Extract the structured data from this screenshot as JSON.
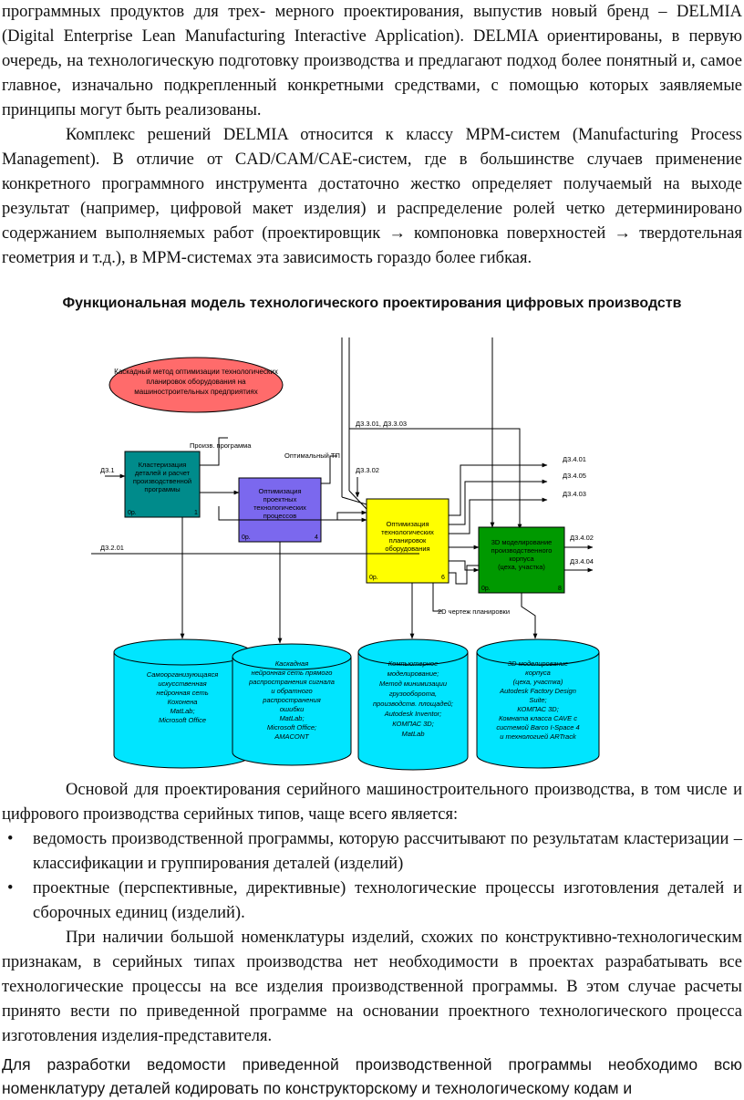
{
  "text": {
    "p1": "программных продуктов для трех- мерного проектирования, выпустив новый бренд – DELMIA (Digital Enterprise Lean Manufacturing Interactive Application). DELMIA ориентированы, в первую очередь, на технологическую подготовку производства и предлагают подход более понятный и, самое главное, изначально подкрепленный конкретными средствами, с помощью которых заявляемые принципы могут быть реализованы.",
    "p2": "Комплекс решений DELMIA относится к классу MPM-систем (Manufacturing Process Management). В отличие от CAD/CAM/CAE-систем, где в большинстве случаев применение конкретного программного инструмента достаточно жестко определяет получаемый на выходе результат (например, цифровой макет изделия) и распределение ролей четко детерминировано содержанием выполняемых работ (проектировщик → компоновка поверхностей → твердотельная геометрия и т.д.), в MPM-системах эта зависимость гораздо более гибкая.",
    "heading": "Функциональная модель технологического проектирования цифровых производств",
    "p3": "Основой для проектирования серийного машиностроительного производства, в том числе и цифрового производства серийных типов, чаще всего является:",
    "bullets": [
      "ведомость производственной программы, которую рассчитывают по результатам кластеризации – классификации и группирования деталей (изделий)",
      "проектные (перспективные, директивные) технологические процессы изготовления деталей и сборочных единиц (изделий)."
    ],
    "p4": "При наличии большой номенклатуры изделий, схожих по конструктивно-технологическим признакам, в серийных типах производства нет необходимости в проектах разрабатывать все технологические процессы на все изделия производственной программы. В этом случае расчеты принято вести по приведенной программе на основании проектного технологического процесса изготовления изделия-представителя.",
    "p5": "Для разработки ведомости приведенной производственной программы необходимо всю номенклатуру деталей кодировать по конструкторскому и технологическому кодам и"
  },
  "diagram": {
    "ellipse": [
      "Каскадный метод оптимизации технологических",
      "планировок оборудования на",
      "машиностроительных предприятиях"
    ],
    "box1": {
      "lines": [
        "Кластеризация",
        "деталей и расчет",
        "производственной",
        "программы"
      ],
      "tag": "0р.",
      "num": "1",
      "color": "#008b8b"
    },
    "box4": {
      "lines": [
        "Оптимизация",
        "проектных",
        "технологических",
        "процессов"
      ],
      "tag": "0р.",
      "num": "4",
      "color": "#7b68ee"
    },
    "box6": {
      "lines": [
        "Оптимизация",
        "технологических",
        "планировок",
        "оборудования"
      ],
      "tag": "0р.",
      "num": "6",
      "color": "#ffff00"
    },
    "box8": {
      "lines": [
        "3D моделирование",
        "производственного",
        "корпуса",
        "(цеха, участка)"
      ],
      "tag": "0р.",
      "num": "8",
      "color": "#009900"
    },
    "labels": {
      "d31": "Д3.1",
      "d201": "Д3.2.01",
      "prog": "Произв. программа",
      "tp": "Оптимальный ТП",
      "d301": "Д3.3.01, Д3.3.03",
      "d302": "Д3.3.02",
      "d401": "Д3.4.01",
      "d405": "Д3.4.05",
      "d403": "Д3.4.03",
      "d402": "Д3.4.02",
      "d404": "Д3.4.04",
      "drawing": "2D чертеж планировки"
    },
    "cyl1": [
      "Самоорганизующаяся",
      "искусственная",
      "нейронная сеть",
      "Кохонена",
      "MatLab;",
      "Microsoft Office"
    ],
    "cyl2": [
      "Каскадная",
      "нейронная сеть прямого",
      "распространения сигнала",
      "и обратного",
      "распространения",
      "ошибки",
      "MatLab;",
      "Microsoft Office;",
      "AMACONT"
    ],
    "cyl3": [
      "Компьютерное",
      "моделирование;",
      "Метод минимизации",
      "грузооборота,",
      "производств. площадей;",
      "Autodesk Inventor;",
      "КОМПАС 3D;",
      "MatLab"
    ],
    "cyl4": [
      "3D моделирование",
      "корпуса",
      "(цеха, участка)",
      "Autodesk Factory Design",
      "Suite;",
      "КОМПАС 3D;",
      "Комната класса CAVE с",
      "системой Barco I-Space 4",
      "и технологией ARTrack"
    ]
  }
}
